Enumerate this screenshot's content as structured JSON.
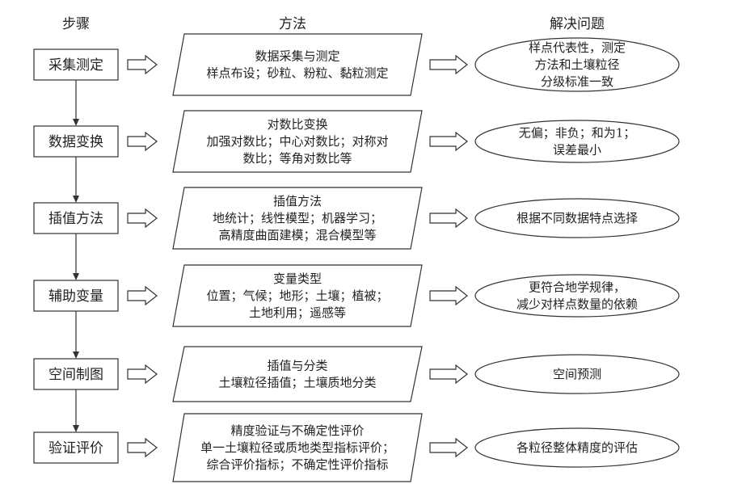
{
  "headers": {
    "steps": "步骤",
    "methods": "方法",
    "problems": "解决问题"
  },
  "rows": [
    {
      "step": "采集测定",
      "method": [
        "数据采集与测定",
        "样点布设；砂粒、粉粒、黏粒测定"
      ],
      "problem": [
        "样点代表性，测定",
        "方法和土壤粒径",
        "分级标准一致"
      ]
    },
    {
      "step": "数据变换",
      "method": [
        "对数比变换",
        "加强对数比；中心对数比；对称对",
        "数比；等角对数比等"
      ],
      "problem": [
        "无偏；非负；和为1；",
        "误差最小"
      ]
    },
    {
      "step": "插值方法",
      "method": [
        "插值方法",
        "地统计；线性模型；机器学习；",
        "高精度曲面建模；混合模型等"
      ],
      "problem": [
        "根据不同数据特点选择"
      ]
    },
    {
      "step": "辅助变量",
      "method": [
        "变量类型",
        "位置；气候；地形；土壤；植被；",
        "土地利用；遥感等"
      ],
      "problem": [
        "更符合地学规律，",
        "减少对样点数量的依赖"
      ]
    },
    {
      "step": "空间制图",
      "method": [
        "插值与分类",
        "土壤粒径插值；土壤质地分类"
      ],
      "problem": [
        "空间预测"
      ]
    },
    {
      "step": "验证评价",
      "method": [
        "精度验证与不确定性评价",
        "单一土壤粒径或质地类型指标评价；",
        "综合评价指标；不确定性评价指标"
      ],
      "problem": [
        "各粒径整体精度的评估"
      ]
    }
  ]
}
